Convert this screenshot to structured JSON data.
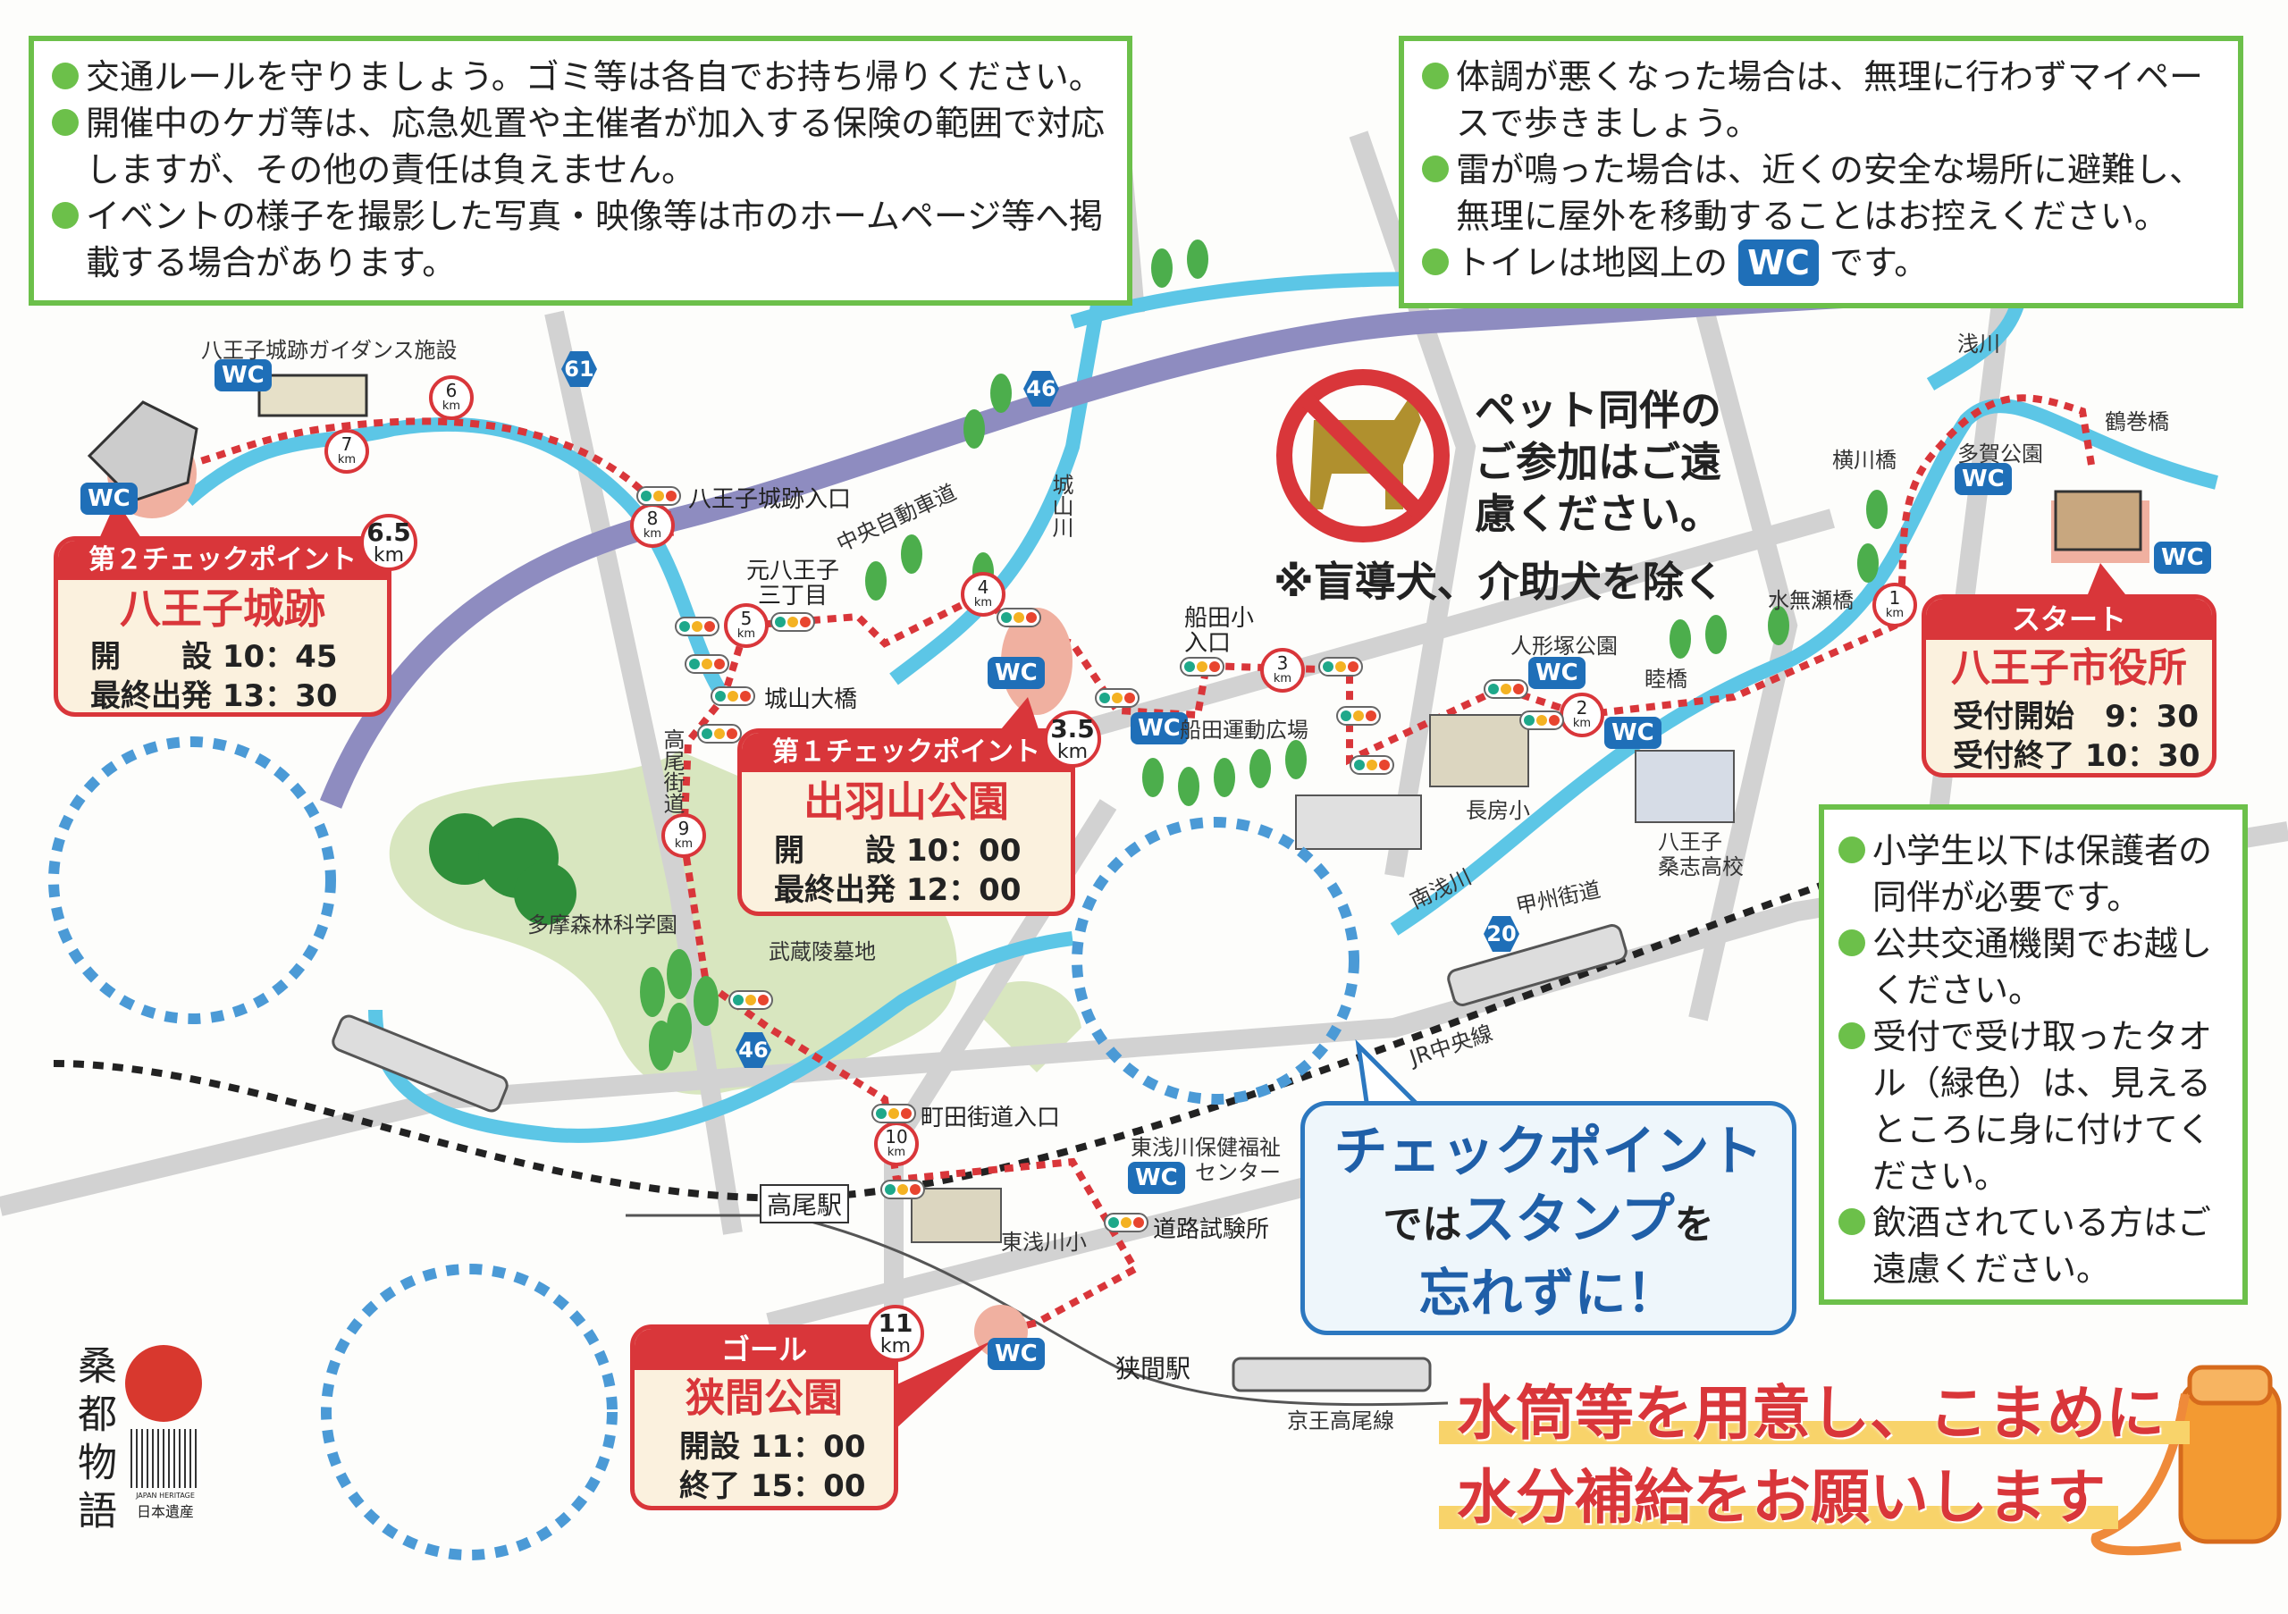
{
  "notices_top_left": [
    "交通ルールを守りましょう。ゴミ等は各自でお持ち帰りください。",
    "開催中のケガ等は、応急処置や主催者が加入する保険の範囲で対応しますが、その他の責任は負えません。",
    "イベントの様子を撮影した写真・映像等は市のホームページ等へ掲載する場合があります。"
  ],
  "notices_top_right": {
    "items": [
      "体調が悪くなった場合は、無理に行わずマイペースで歩きましょう。",
      "雷が鳴った場合は、近くの安全な場所に避難し、無理に屋外を移動することはお控えください。"
    ],
    "toilet_prefix": "トイレは地図上の",
    "toilet_badge": "WC",
    "toilet_suffix": "です。"
  },
  "notices_right": [
    "小学生以下は保護者の同伴が必要です。",
    "公共交通機関でお越しください。",
    "受付で受け取ったタオル（緑色）は、見えるところに身に付けてください。",
    "飲酒されている方はご遠慮ください。"
  ],
  "pet_notice": {
    "line1": "ペット同伴の",
    "line2": "ご参加はご遠",
    "line3": "慮ください。",
    "note": "※盲導犬、介助犬を除く"
  },
  "stamp_bubble": {
    "line1": "チェックポイント",
    "line2a": "では",
    "line2b": "スタンプ",
    "line2c": "を",
    "line3": "忘れずに！"
  },
  "water_banner": {
    "line1": "水筒等を用意し、こまめに",
    "line2": "水分補給をお願いします"
  },
  "checkpoints": {
    "start": {
      "header": "スタート",
      "name": "八王子市役所",
      "row1_label": "受付開始",
      "row1_time": "9：30",
      "row2_label": "受付終了",
      "row2_time": "10：30"
    },
    "cp1": {
      "header": "第１チェックポイント",
      "distance": "3.5",
      "unit": "km",
      "name": "出羽山公園",
      "row1_label": "開　　設",
      "row1_time": "10：00",
      "row2_label": "最終出発",
      "row2_time": "12：00"
    },
    "cp2": {
      "header": "第２チェックポイント",
      "distance": "6.5",
      "unit": "km",
      "name": "八王子城跡",
      "row1_label": "開　　設",
      "row1_time": "10：45",
      "row2_label": "最終出発",
      "row2_time": "13：30"
    },
    "goal": {
      "header": "ゴール",
      "distance": "11",
      "unit": "km",
      "name": "狭間公園",
      "row1_label": "開設",
      "row1_time": "11：00",
      "row2_label": "終了",
      "row2_time": "15：00"
    }
  },
  "km_markers": [
    "1",
    "2",
    "3",
    "4",
    "5",
    "6",
    "7",
    "8",
    "9",
    "10"
  ],
  "km_unit": "km",
  "wc": "WC",
  "places": {
    "guidance": "八王子城跡ガイダンス施設",
    "castle_entrance": "八王子城跡入口",
    "chuo_expressway": "中央自動車道",
    "shiroyama_river": "城山川",
    "motohachioji": "元八王子\n三丁目",
    "shiroyama_bridge": "城山大橋",
    "takao_kaido": "高尾街道",
    "funada_sho": "船田小\n入口",
    "funada_ground": "船田運動広場",
    "ningyozuka": "人形塚公園",
    "mutsumi": "睦橋",
    "minase": "水無瀬橋",
    "yokokawa": "横川橋",
    "taga": "多賀公園",
    "asakawa": "浅川",
    "tsurumaki": "鶴巻橋",
    "nagabusa": "長房小",
    "soshi": "八王子\n桑志高校",
    "minami_asakawa": "南浅川",
    "koshu": "甲州街道",
    "jr": "JR中央線",
    "tama_forest": "多摩森林科学園",
    "musashi": "武蔵陵墓地",
    "machida": "町田街道入口",
    "higashi_center": "東浅川保健福祉\nセンター",
    "takao_sta": "高尾駅",
    "higashi_sho": "東浅川小",
    "road_test": "道路試験所",
    "hazama_sta": "狭間駅",
    "keio": "京王高尾線"
  },
  "route_numbers": {
    "r61": "61",
    "r46a": "46",
    "r46b": "46",
    "r20": "20"
  },
  "logo": {
    "souto": "桑都物語",
    "jh_en": "JAPAN HERITAGE",
    "jh_jp": "日本遺産"
  },
  "colors": {
    "route": "#d9363a",
    "river": "#5cc6e6",
    "expressway": "#8e8cc0",
    "notice_border": "#6cc04a",
    "wc": "#1f6fb8"
  }
}
